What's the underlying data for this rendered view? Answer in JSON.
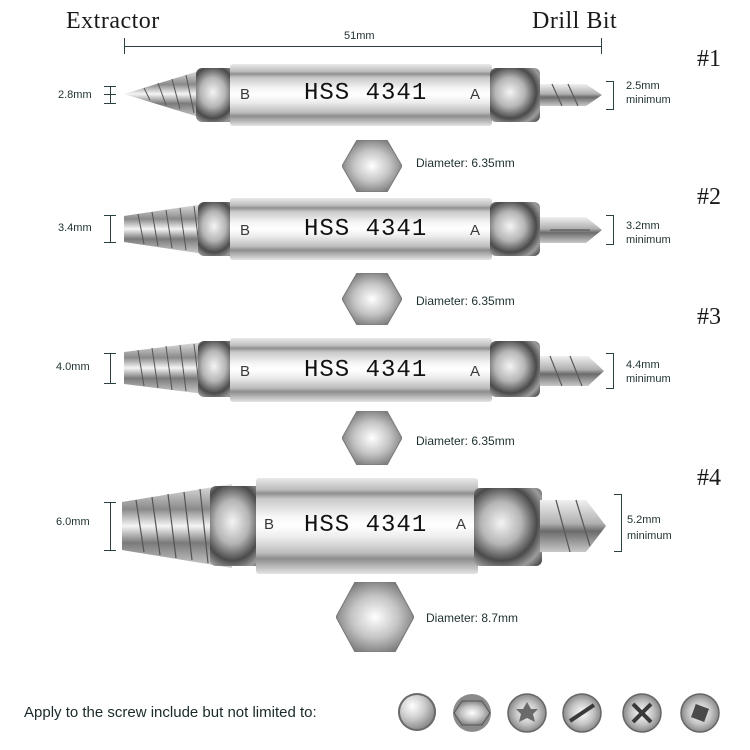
{
  "header": {
    "left_title": "Extractor",
    "right_title": "Drill Bit",
    "length_label": "51mm"
  },
  "bits": [
    {
      "number": "#1",
      "extractor_size": "2.8mm",
      "drill_size": "2.5mm",
      "drill_note": "minimum",
      "stamp": "HSS 4341",
      "end_b": "B",
      "end_a": "A",
      "diameter_label": "Diameter:",
      "diameter_value": "6.35mm"
    },
    {
      "number": "#2",
      "extractor_size": "3.4mm",
      "drill_size": "3.2mm",
      "drill_note": "minimum",
      "stamp": "HSS 4341",
      "end_b": "B",
      "end_a": "A",
      "diameter_label": "Diameter:",
      "diameter_value": "6.35mm"
    },
    {
      "number": "#3",
      "extractor_size": "4.0mm",
      "drill_size": "4.4mm",
      "drill_note": "minimum",
      "stamp": "HSS 4341",
      "end_b": "B",
      "end_a": "A",
      "diameter_label": "Diameter:",
      "diameter_value": "6.35mm"
    },
    {
      "number": "#4",
      "extractor_size": "6.0mm",
      "drill_size": "5.2mm",
      "drill_note": "minimum",
      "stamp": "HSS 4341",
      "end_b": "B",
      "end_a": "A",
      "diameter_label": "Diameter:",
      "diameter_value": "8.7mm"
    }
  ],
  "footer": {
    "text": "Apply to the screw include but not limited to:",
    "screw_heads": [
      "round-head-icon",
      "hex-head-icon",
      "torx-head-icon",
      "slotted-head-icon",
      "phillips-head-icon",
      "square-drive-head-icon"
    ]
  },
  "colors": {
    "dimension_line": "#2b4040",
    "text": "#1e3030"
  }
}
